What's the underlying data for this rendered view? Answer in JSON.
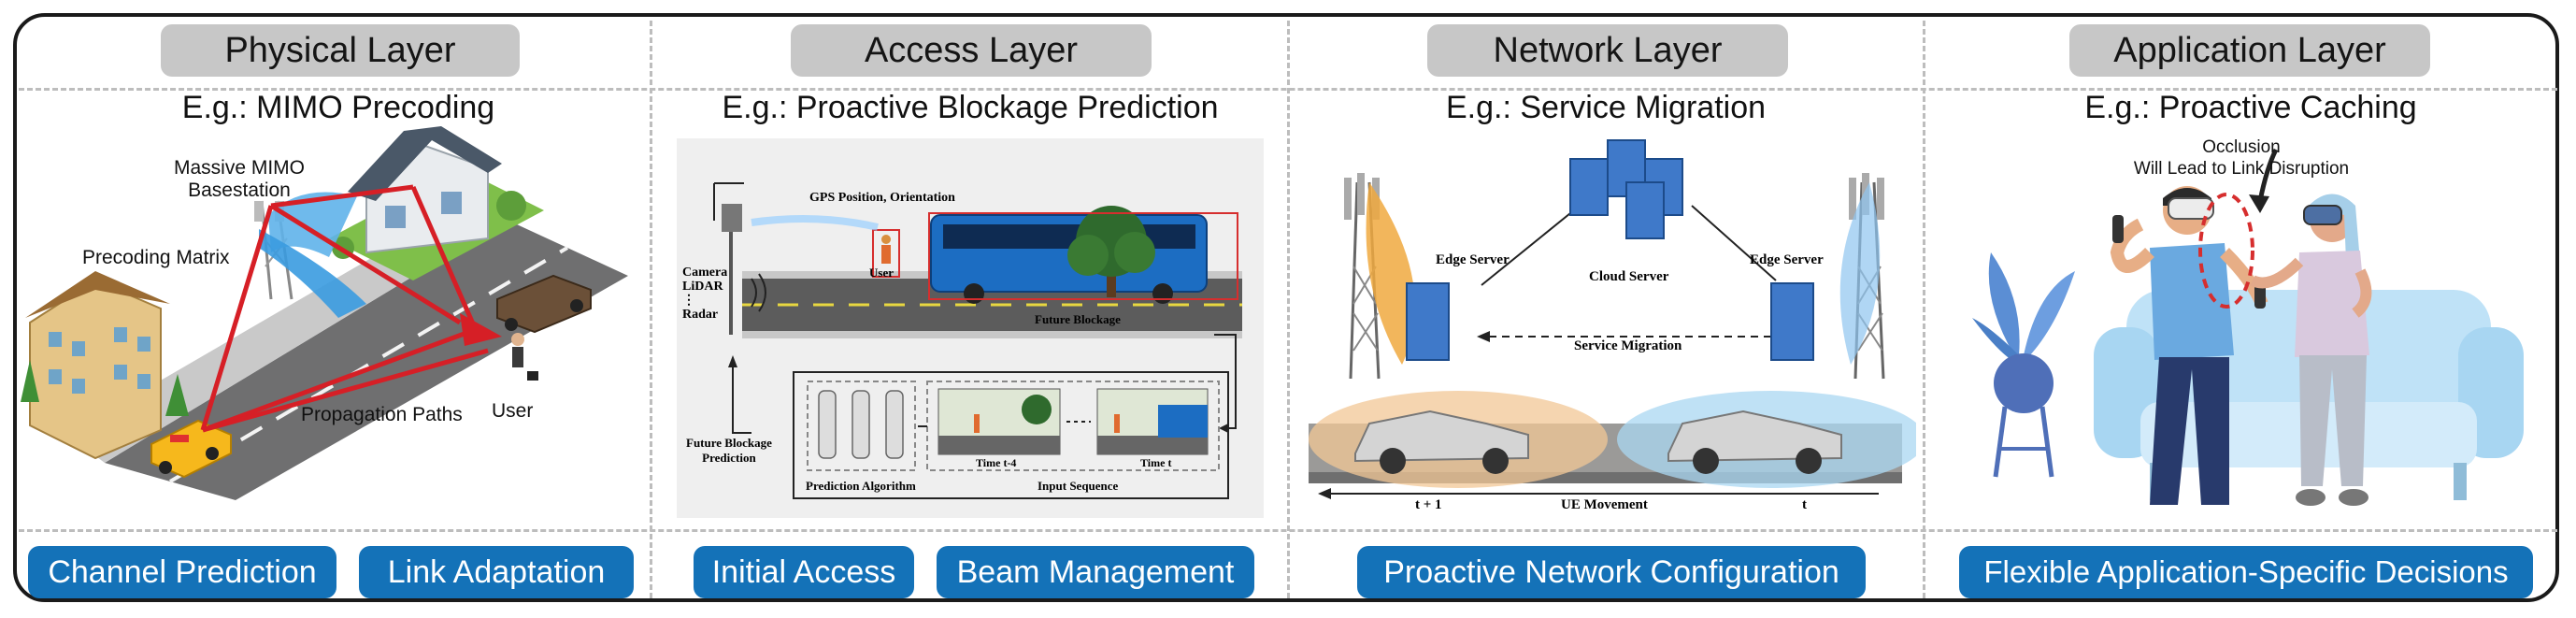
{
  "layers": [
    {
      "title": "Physical Layer",
      "example": "E.g.: MIMO Precoding",
      "tasks": [
        "Channel Prediction",
        "Link Adaptation"
      ]
    },
    {
      "title": "Access Layer",
      "example": "E.g.: Proactive Blockage Prediction",
      "tasks": [
        "Initial Access",
        "Beam Management"
      ]
    },
    {
      "title": "Network Layer",
      "example": "E.g.: Service Migration",
      "tasks": [
        "Proactive Network Configuration"
      ]
    },
    {
      "title": "Application Layer",
      "example": "E.g.: Proactive Caching",
      "tasks": [
        "Flexible Application-Specific Decisions"
      ]
    }
  ],
  "physical": {
    "basestation_label_1": "Massive MIMO",
    "basestation_label_2": "Basestation",
    "precoding_label": "Precoding Matrix",
    "paths_label": "Propagation Paths",
    "user_label": "User"
  },
  "access": {
    "gps_label": "GPS Position, Orientation",
    "camera_label": "Camera",
    "lidar_label": "LiDAR",
    "dots_label": "⋮",
    "radar_label": "Radar",
    "user_label": "User",
    "future_blockage_label": "Future Blockage",
    "future_blockage_pred_1": "Future Blockage",
    "future_blockage_pred_2": "Prediction",
    "prediction_algorithm_label": "Prediction Algorithm",
    "input_sequence_label": "Input Sequence",
    "time_t4_label": "Time t-4",
    "time_t_label": "Time t"
  },
  "network": {
    "edge_server_left": "Edge Server",
    "edge_server_right": "Edge Server",
    "cloud_server": "Cloud Server",
    "service_migration": "Service Migration",
    "t_plus_1": "t + 1",
    "ue_movement": "UE Movement",
    "t": "t"
  },
  "application": {
    "occlusion_1": "Occlusion",
    "occlusion_2": "Will Lead to Link Disruption"
  }
}
